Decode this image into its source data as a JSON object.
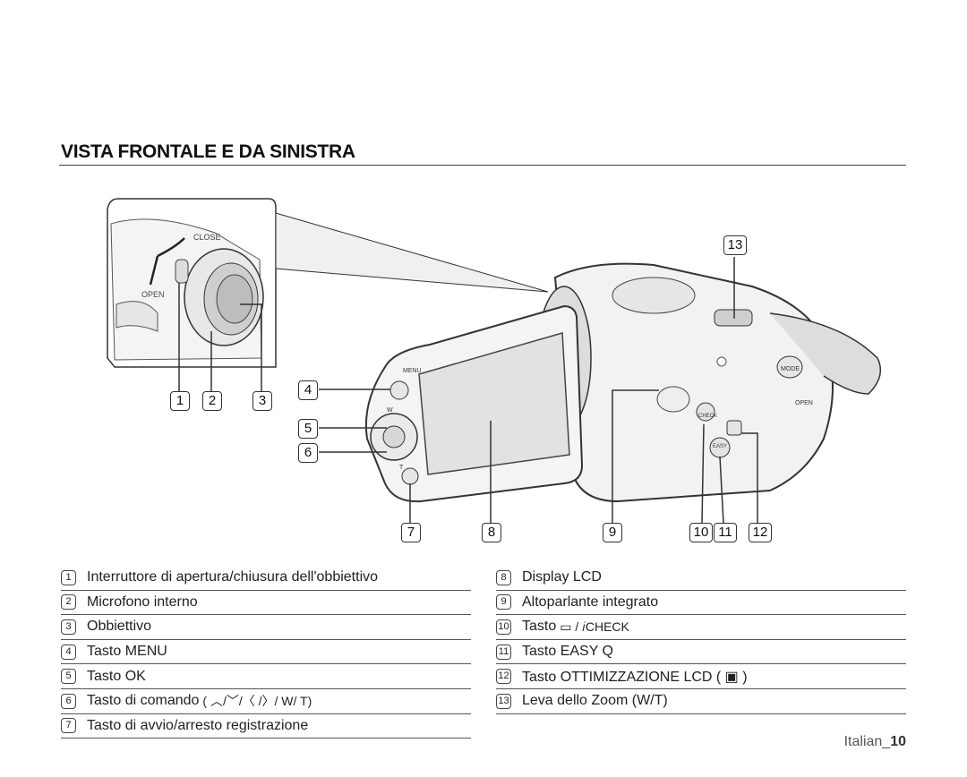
{
  "heading": "VISTA FRONTALE E DA SINISTRA",
  "illustration": {
    "label_close": "CLOSE",
    "label_open": "OPEN",
    "label_menu": "MENU",
    "label_w": "W",
    "label_t": "T",
    "label_easy": "EASY",
    "label_icheck": "CHECK",
    "label_mode": "MODE",
    "label_open_body": "OPEN",
    "callouts": [
      "1",
      "2",
      "3",
      "4",
      "5",
      "6",
      "7",
      "8",
      "9",
      "10",
      "11",
      "12",
      "13"
    ]
  },
  "legend_left": [
    {
      "n": "1",
      "text": "Interruttore di apertura/chiusura dell'obbiettivo"
    },
    {
      "n": "2",
      "text": "Microfono interno"
    },
    {
      "n": "3",
      "text": "Obbiettivo"
    },
    {
      "n": "4",
      "text": "Tasto MENU"
    },
    {
      "n": "5",
      "text": "Tasto OK"
    },
    {
      "n": "6",
      "text": "Tasto di comando",
      "symbols": "( ︿/﹀/〈 /〉/ W/ T)"
    },
    {
      "n": "7",
      "text": "Tasto di avvio/arresto registrazione"
    }
  ],
  "legend_right": [
    {
      "n": "8",
      "text": "Display LCD"
    },
    {
      "n": "9",
      "text": "Altoparlante integrato"
    },
    {
      "n": "10",
      "text": "Tasto",
      "symbols": "▭ / 𝑖CHECK"
    },
    {
      "n": "11",
      "text": "Tasto EASY Q"
    },
    {
      "n": "12",
      "text": "Tasto OTTIMIZZAZIONE LCD ( ▣ )"
    },
    {
      "n": "13",
      "text": "Leva dello Zoom (W/T)"
    }
  ],
  "footer": {
    "lang": "Italian_",
    "page": "10"
  }
}
